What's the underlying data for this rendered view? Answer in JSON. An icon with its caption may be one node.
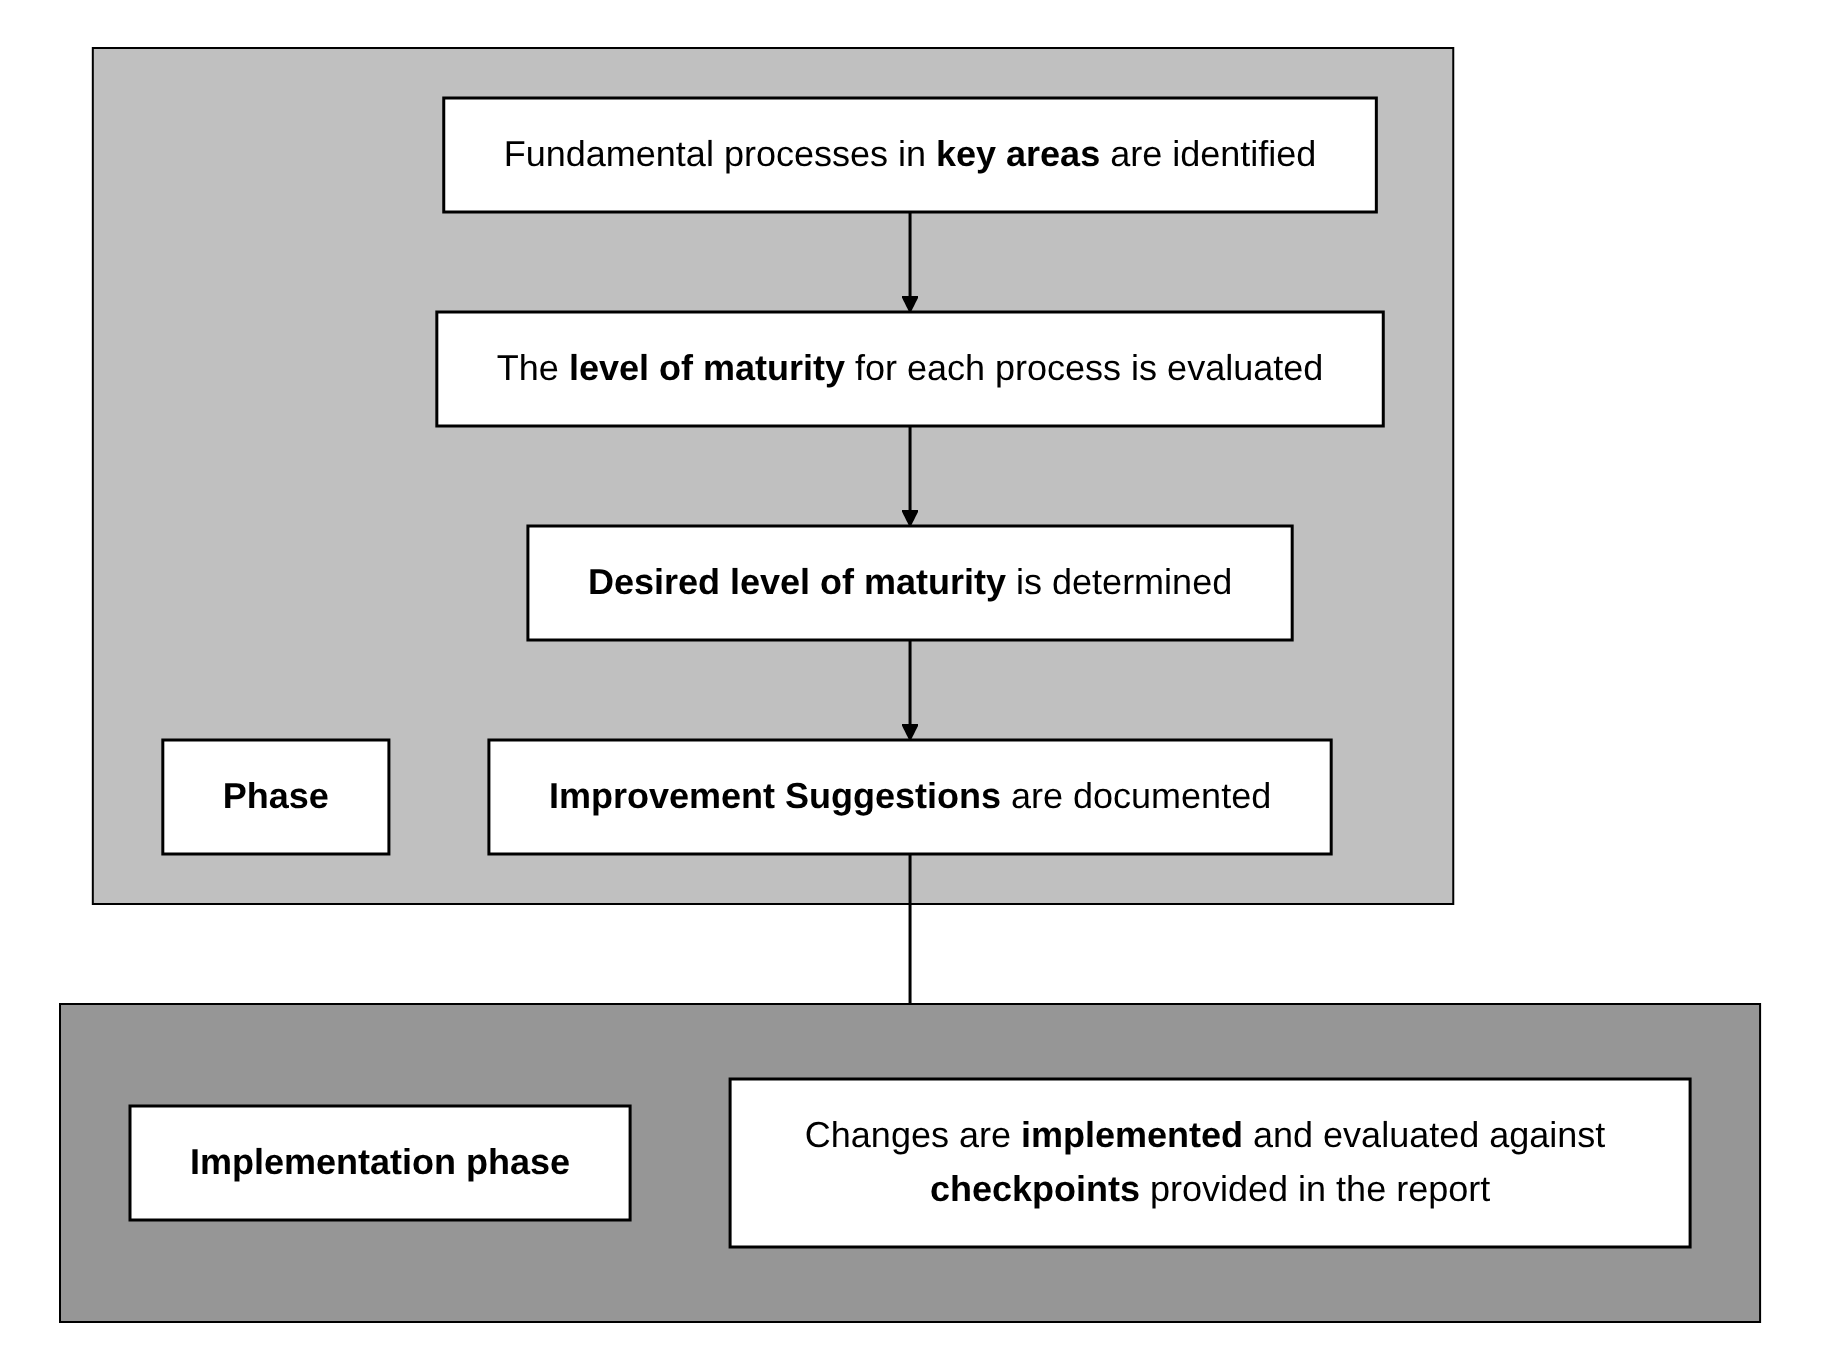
{
  "diagram": {
    "nodes": [
      {
        "text": [],
        "shape": "box"
      },
      {
        "text": [
          "Phase"
        ],
        "in": 0
      },
      {
        "text": [
          "Fundamental processes in **key areas** are identified"
        ],
        "in": 0
      },
      {
        "text": [
          "The **level of maturity** for each process is evaluated"
        ],
        "in": 0
      },
      {
        "text": [
          "**Desired level of maturity** is determined"
        ],
        "in": 0
      },
      {
        "text": [
          "**Improvement Suggestions** are documented"
        ],
        "in": 0
      },
      {
        "text": [],
        "shape": "box"
      },
      {
        "text": [
          "Implementation phase"
        ],
        "in": 6
      },
      {
        "text": [
          "Changes are **implemented** and evaluated against **checkpoints** provided in the report"
        ],
        "in": 6
      }
    ],
    "edges": [
      {
        "from": 2,
        "to": 3,
        "arrow": "to"
      },
      {
        "from": 3,
        "to": 4,
        "arrow": "to"
      },
      {
        "from": 4,
        "to": 5,
        "arrow": "to"
      },
      {
        "from": 5,
        "to": 6,
        "arrow": "none"
      }
    ]
  }
}
